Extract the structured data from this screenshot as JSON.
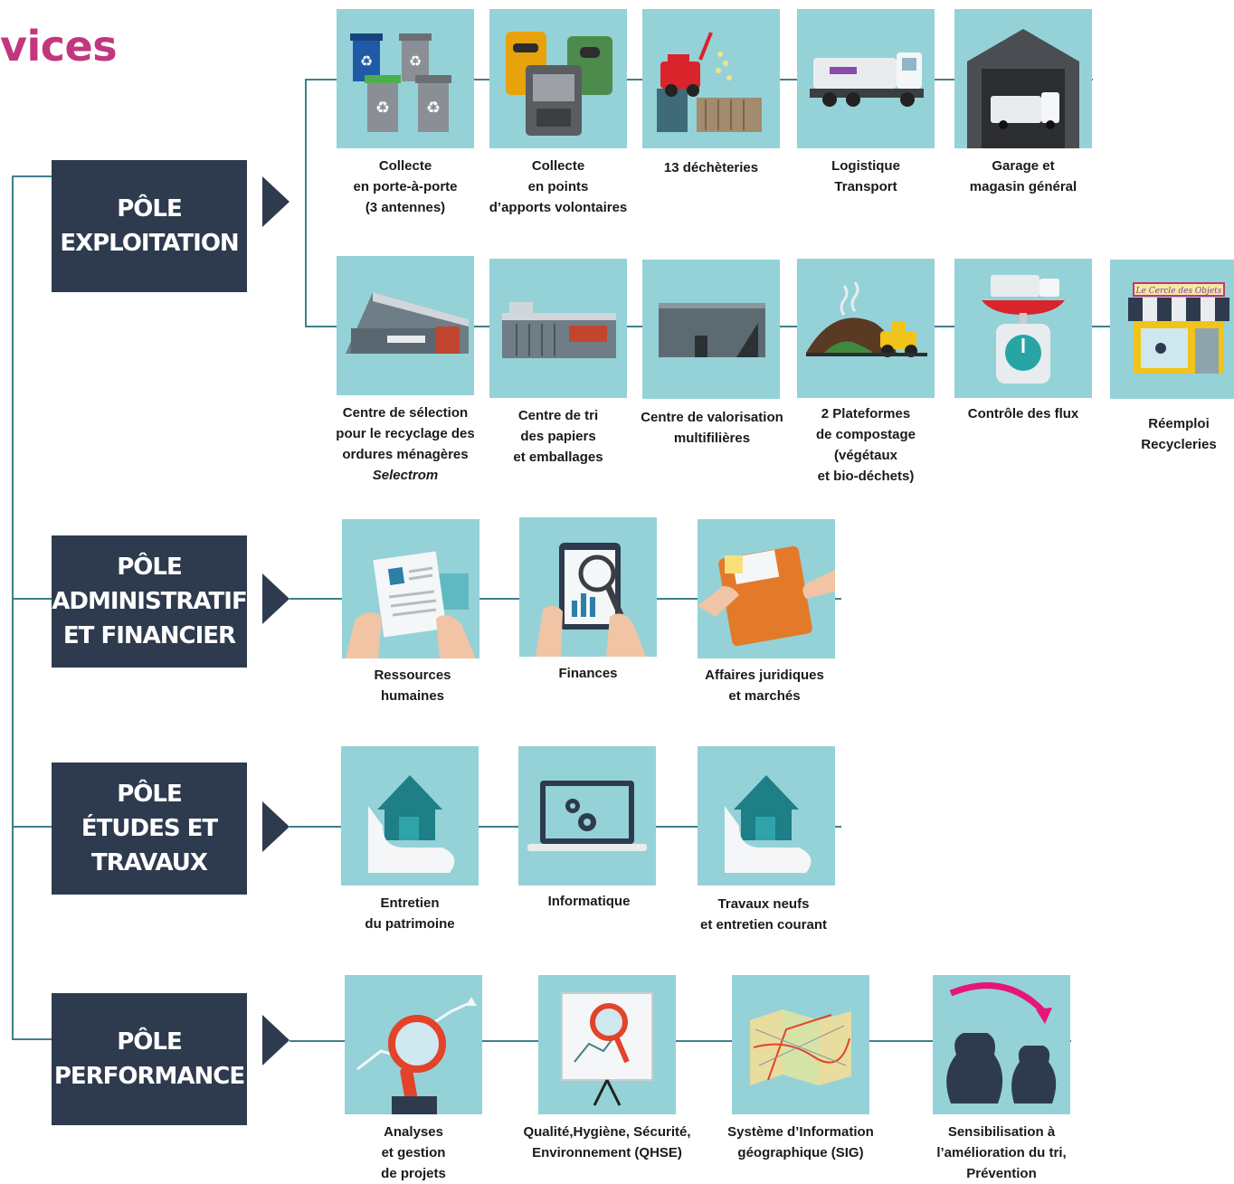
{
  "title": "vices",
  "colors": {
    "title": "#c2367e",
    "pole": "#2e3b4e",
    "tile": "#94d2d8",
    "line": "#3f7f8c"
  },
  "poles": [
    {
      "label": "PÔLE\nEXPLOITATION"
    },
    {
      "label": "PÔLE\nADMINISTRATIF\nET FINANCIER"
    },
    {
      "label": "PÔLE\nÉTUDES ET\nTRAVAUX"
    },
    {
      "label": "PÔLE\nPERFORMANCE"
    }
  ],
  "exploitation_row1": [
    {
      "label": "Collecte\nen porte-à-porte\n(3 antennes)",
      "icon": "bins-icon"
    },
    {
      "label": "Collecte\nen points\nd’apports volontaires",
      "icon": "collection-containers-icon"
    },
    {
      "label": "13 déchèteries",
      "icon": "recycling-centre-icon"
    },
    {
      "label": "Logistique\nTransport",
      "icon": "truck-icon"
    },
    {
      "label": "Garage et\nmagasin général",
      "icon": "garage-icon"
    }
  ],
  "exploitation_row2": [
    {
      "label": "Centre de sélection\npour le recyclage des\nordures ménagères",
      "label_italic": "Selectrom",
      "icon": "selection-plant-icon"
    },
    {
      "label": "Centre de tri\ndes papiers\net emballages",
      "icon": "sorting-plant-icon"
    },
    {
      "label": "Centre de valorisation\nmultifilières",
      "icon": "recovery-plant-icon"
    },
    {
      "label": "2 Plateformes\nde compostage\n(végétaux\net bio-déchets)",
      "icon": "compost-icon"
    },
    {
      "label": "Contrôle des flux",
      "icon": "weighing-scale-icon"
    },
    {
      "label": "Réemploi\nRecycleries",
      "icon": "shop-icon",
      "shop_sign": "Le Cercle des Objets"
    }
  ],
  "admin": [
    {
      "label": "Ressources\nhumaines",
      "icon": "resume-icon"
    },
    {
      "label": "Finances",
      "icon": "finance-icon"
    },
    {
      "label": "Affaires juridiques\net marchés",
      "icon": "folder-icon"
    }
  ],
  "etudes": [
    {
      "label": "Entretien\ndu patrimoine",
      "icon": "house-hand-icon"
    },
    {
      "label": "Informatique",
      "icon": "laptop-gears-icon"
    },
    {
      "label": "Travaux neufs\net entretien courant",
      "icon": "house-hand-icon"
    }
  ],
  "performance": [
    {
      "label": "Analyses\net gestion\nde projets",
      "icon": "magnifier-chart-icon"
    },
    {
      "label": "Qualité,Hygiène, Sécurité,\nEnvironnement (QHSE)",
      "icon": "board-magnifier-icon"
    },
    {
      "label": "Système d’Information\ngéographique (SIG)",
      "icon": "map-icon"
    },
    {
      "label": "Sensibilisation à\nl’amélioration du tri,\nPrévention",
      "icon": "waste-bags-icon"
    }
  ]
}
